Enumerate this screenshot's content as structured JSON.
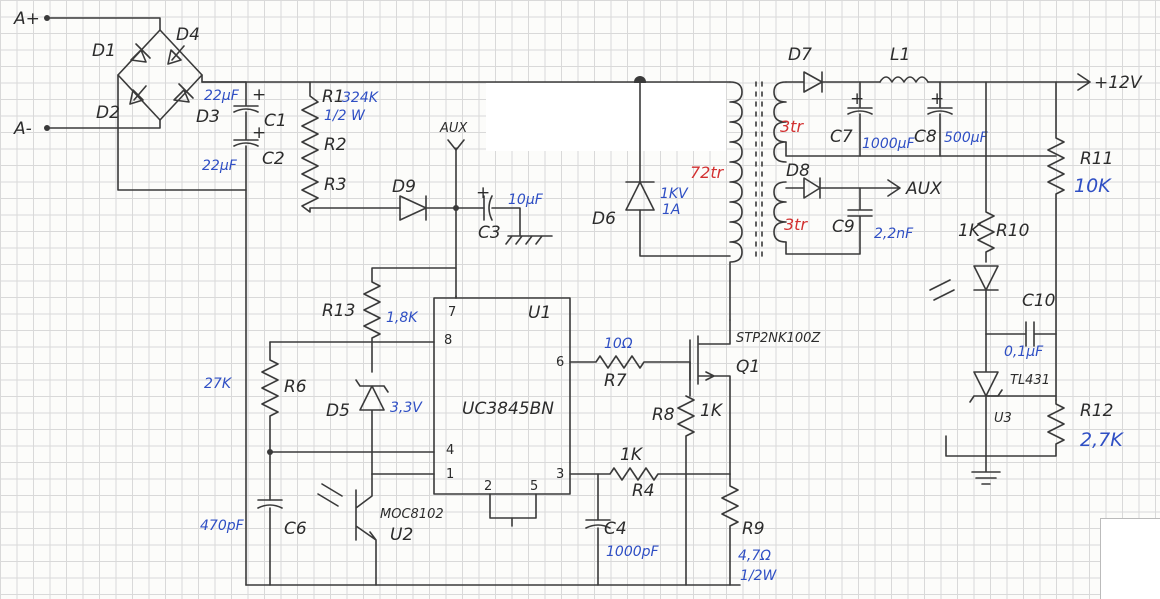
{
  "nodes": {
    "a_plus": "A+",
    "a_minus": "A-",
    "out_12v": "+12V",
    "aux_top": "AUX",
    "aux_out": "AUX"
  },
  "components": {
    "d1": "D1",
    "d2": "D2",
    "d3": "D3",
    "d4": "D4",
    "c1": "C1",
    "c1_val": "22μF",
    "c2": "C2",
    "c2_val": "22μF",
    "r1": "R1",
    "r_chain_val": "324K",
    "r_chain_power": "1/2 W",
    "r2": "R2",
    "r3": "R3",
    "d9": "D9",
    "c3": "C3",
    "c3_val": "10μF",
    "d6": "D6",
    "d6_val1": "1KV",
    "d6_val2": "1A",
    "turns_primary": "72tr",
    "turns_s1": "3tr",
    "turns_s2": "3tr",
    "d7": "D7",
    "d8": "D8",
    "l1": "L1",
    "c7": "C7",
    "c7_val": "1000μF",
    "c8": "C8",
    "c8_val": "500μF",
    "c9": "C9",
    "c9_val": "2,2nF",
    "r11": "R11",
    "r11_val": "10K",
    "r10": "R10",
    "r10_val": "1K",
    "c10": "C10",
    "c10_val": "0,1μF",
    "u3_part": "TL431",
    "u3": "U3",
    "r12": "R12",
    "r12_val": "2,7K",
    "r13": "R13",
    "r13_val": "1,8K",
    "u1": "U1",
    "u1_part": "UC3845BN",
    "r7": "R7",
    "r7_val": "10Ω",
    "q1_part": "STP2NK100Z",
    "q1": "Q1",
    "r6": "R6",
    "r6_val": "27K",
    "d5": "D5",
    "d5_val": "3,3V",
    "r8": "R8",
    "r8_val": "1K",
    "r4": "R4",
    "r4_val": "1K",
    "c6": "C6",
    "c6_val": "470pF",
    "u2_part": "MOC8102",
    "u2": "U2",
    "c4": "C4",
    "c4_val": "1000pF",
    "r9": "R9",
    "r9_val": "4,7Ω",
    "r9_power": "1/2W"
  },
  "pins": {
    "p7": "7",
    "p8": "8",
    "p6": "6",
    "p4": "4",
    "p1": "1",
    "p2": "2",
    "p5": "5",
    "p3": "3"
  }
}
